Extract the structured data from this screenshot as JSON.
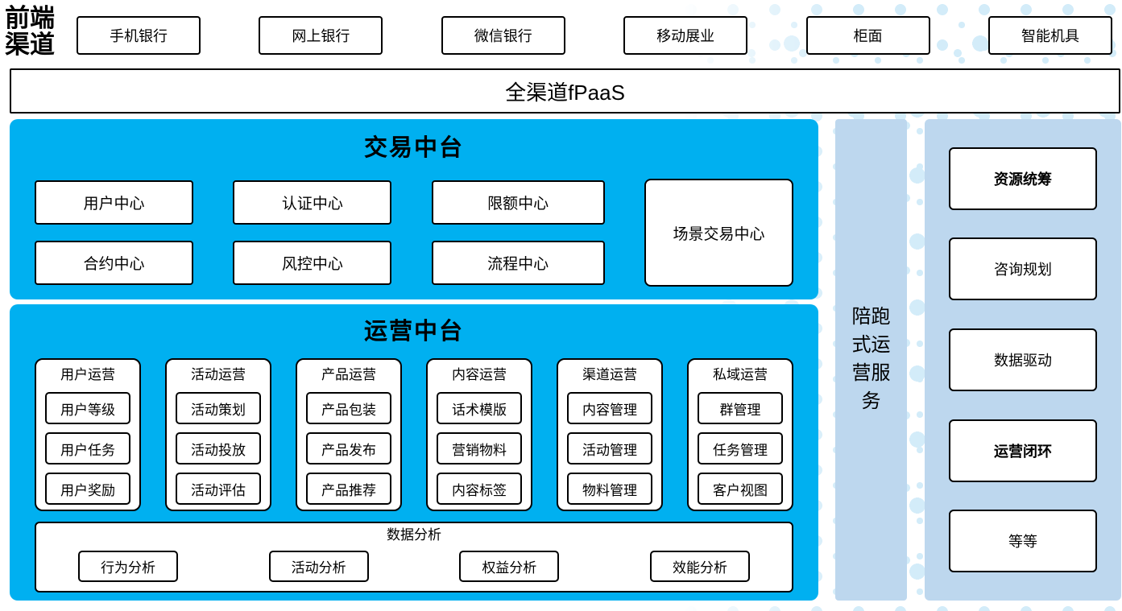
{
  "frontend": {
    "label": "前端渠道",
    "channels": [
      "手机银行",
      "网上银行",
      "微信银行",
      "移动展业",
      "柜面",
      "智能机具"
    ]
  },
  "fpaas": {
    "label": "全渠道fPaaS"
  },
  "trade": {
    "title": "交易中台",
    "centers": [
      "用户中心",
      "认证中心",
      "限额中心",
      "合约中心",
      "风控中心",
      "流程中心"
    ],
    "scene_center": "场景交易中心"
  },
  "ops": {
    "title": "运营中台",
    "columns": [
      {
        "header": "用户运营",
        "items": [
          "用户等级",
          "用户任务",
          "用户奖励"
        ]
      },
      {
        "header": "活动运营",
        "items": [
          "活动策划",
          "活动投放",
          "活动评估"
        ]
      },
      {
        "header": "产品运营",
        "items": [
          "产品包装",
          "产品发布",
          "产品推荐"
        ]
      },
      {
        "header": "内容运营",
        "items": [
          "话术模版",
          "营销物料",
          "内容标签"
        ]
      },
      {
        "header": "渠道运营",
        "items": [
          "内容管理",
          "活动管理",
          "物料管理"
        ]
      },
      {
        "header": "私域运营",
        "items": [
          "群管理",
          "任务管理",
          "客户视图"
        ]
      }
    ],
    "analysis": {
      "header": "数据分析",
      "items": [
        "行为分析",
        "活动分析",
        "权益分析",
        "效能分析"
      ]
    }
  },
  "accompany": {
    "label": "陪跑式运营服务"
  },
  "services": {
    "items": [
      {
        "label": "资源统筹",
        "bold": true
      },
      {
        "label": "咨询规划",
        "bold": false
      },
      {
        "label": "数据驱动",
        "bold": false
      },
      {
        "label": "运营闭环",
        "bold": true
      },
      {
        "label": "等等",
        "bold": false
      }
    ]
  },
  "colors": {
    "accent_blue": "#00b0f0",
    "panel_blue": "#bdd7ee",
    "dot_blue": "#d3ecf9",
    "border_black": "#000000"
  }
}
